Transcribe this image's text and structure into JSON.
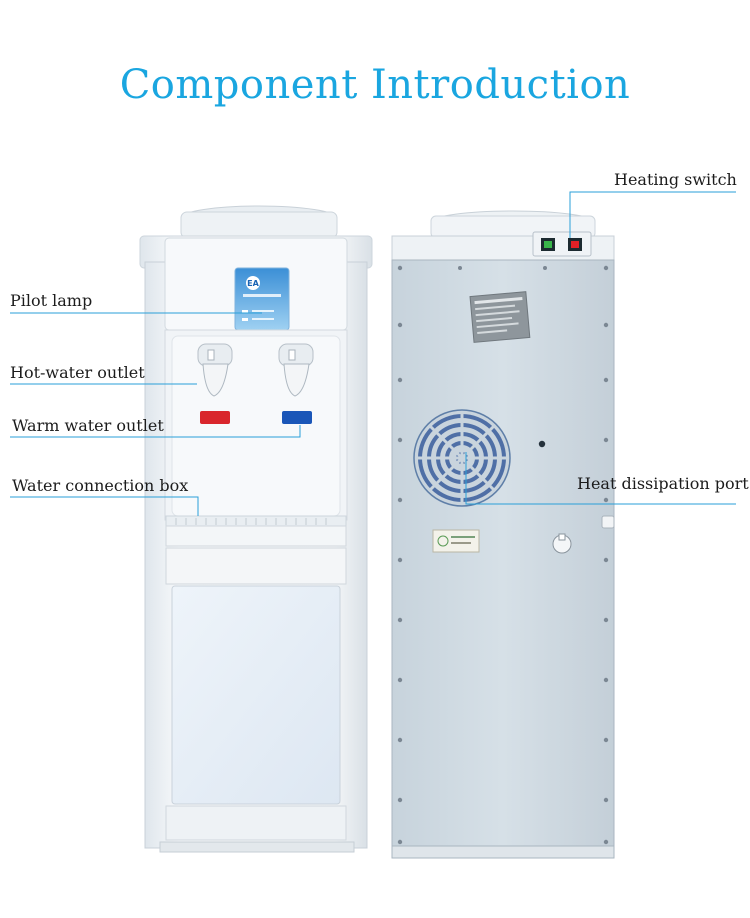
{
  "page": {
    "title": "Component Introduction"
  },
  "labels": {
    "pilot_lamp": "Pilot lamp",
    "hot_water_outlet": "Hot-water outlet",
    "warm_water_outlet": "Warm water outlet",
    "water_connection_box": "Water connection box",
    "heating_switch": "Heating switch",
    "heat_dissipation_port": "Heat dissipation port"
  },
  "colors": {
    "title": "#1aa6e0",
    "leader_line": "#2a9fd8",
    "hot_indicator": "#d9262c",
    "warm_indicator": "#1a56b8",
    "back_panel": "#d2dde5"
  },
  "icons": [
    "brand-logo-icon",
    "fan-grille-icon",
    "rocker-switch-icon"
  ]
}
